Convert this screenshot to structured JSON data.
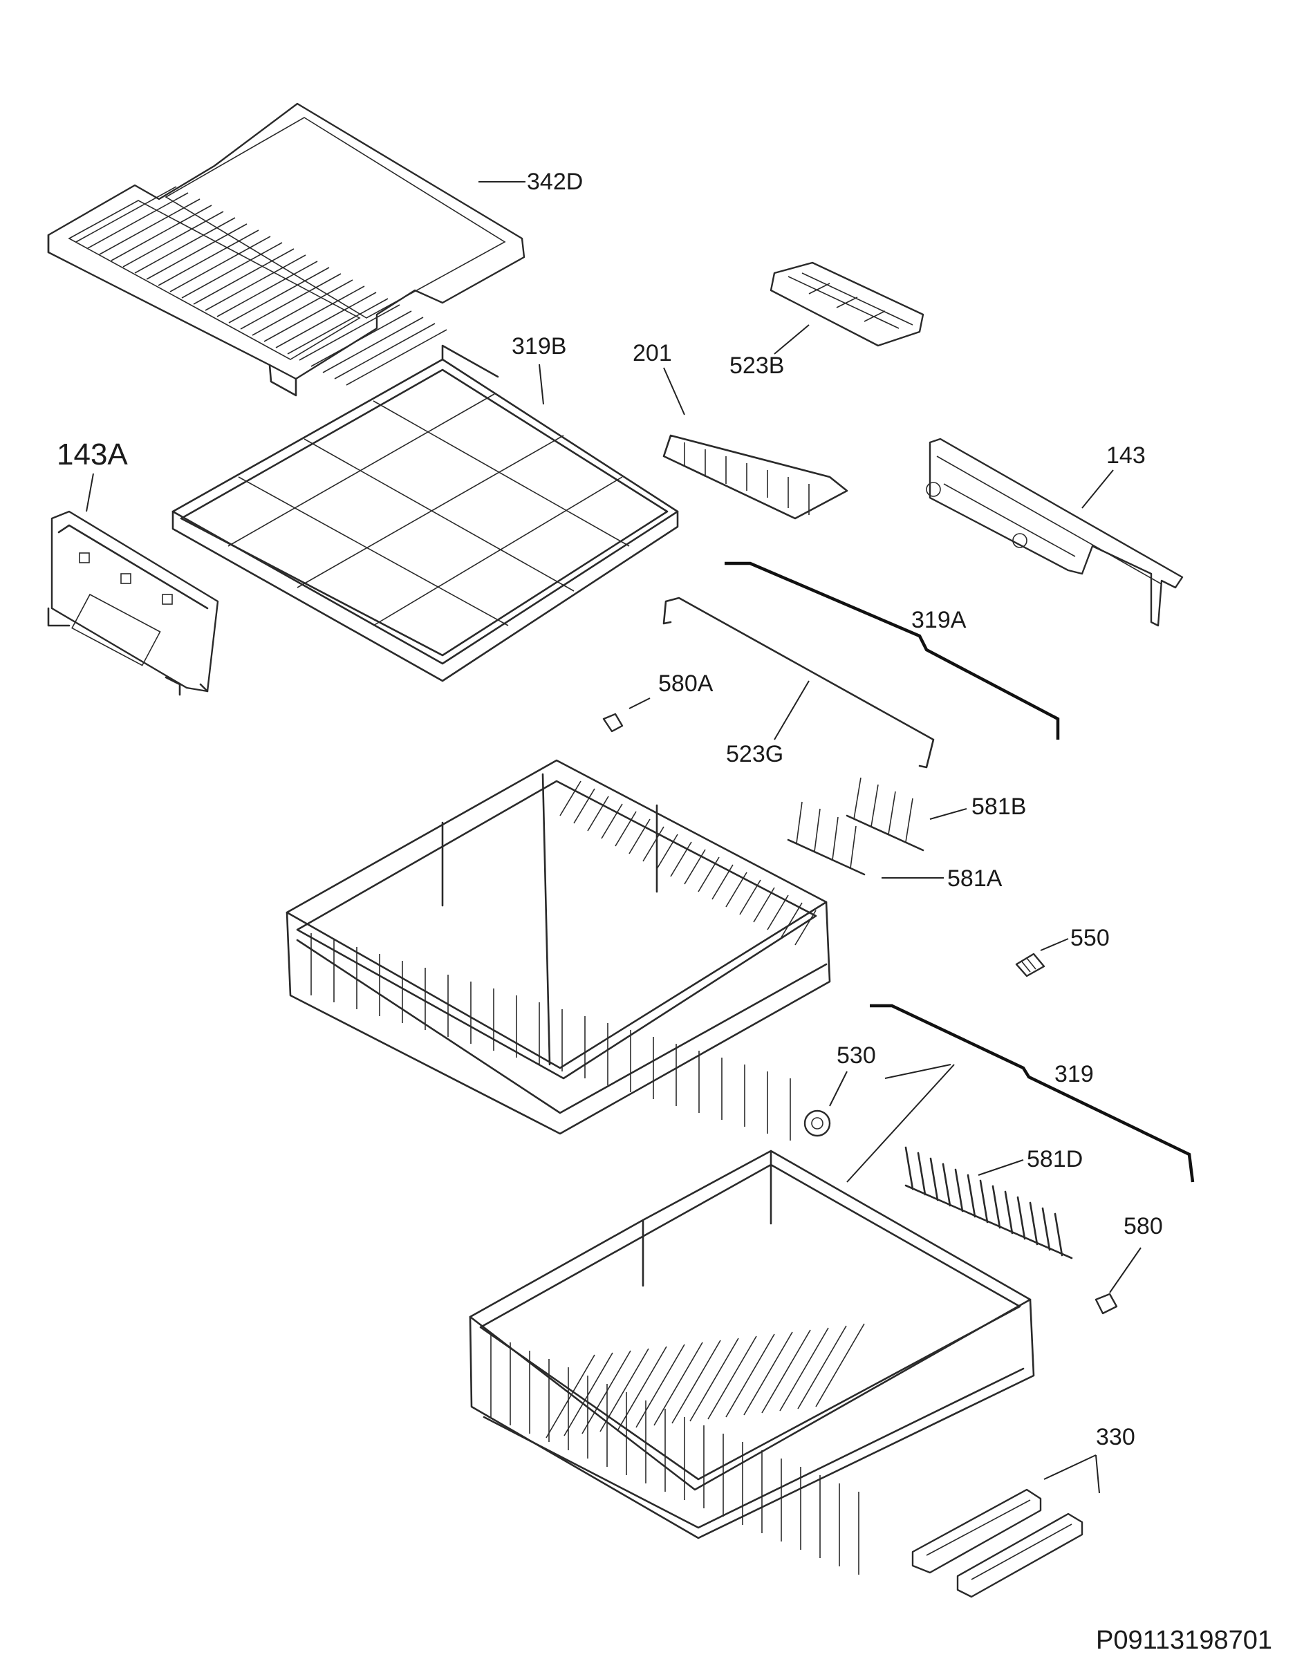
{
  "labels": {
    "p342D": "342D",
    "p319B": "319B",
    "p201": "201",
    "p523B": "523B",
    "p143A": "143A",
    "p143": "143",
    "p319A": "319A",
    "p580A": "580A",
    "p523G": "523G",
    "p581B": "581B",
    "p581A": "581A",
    "p550": "550",
    "p530": "530",
    "p319": "319",
    "p581D": "581D",
    "p580": "580",
    "p330": "330"
  },
  "reference_number": "P09113198701"
}
